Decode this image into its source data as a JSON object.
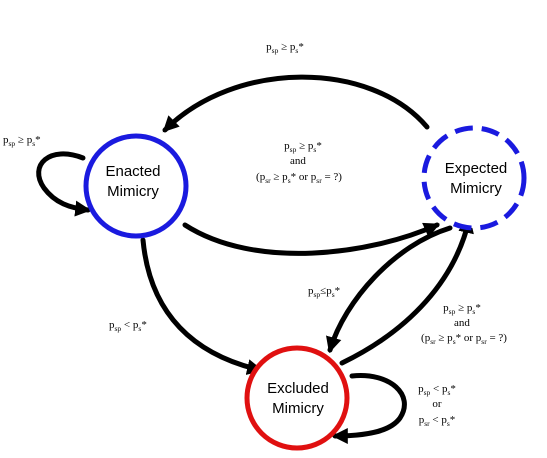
{
  "states": {
    "enacted": {
      "line1": "Enacted",
      "line2": "Mimicry",
      "color": "#1a1adf"
    },
    "expected": {
      "line1": "Expected",
      "line2": "Mimicry",
      "color": "#1a1adf"
    },
    "excluded": {
      "line1": "Excluded",
      "line2": "Mimicry",
      "color": "#e01010"
    }
  },
  "conditions": {
    "expected_to_enacted": {
      "a": "p",
      "a_sub": "sp",
      "op": " ≥ p",
      "b_sub": "s",
      "tail": "*"
    },
    "enacted_self": {
      "a": "p",
      "a_sub": "sp",
      "op": " ≥  p",
      "b_sub": "s",
      "tail": "*"
    },
    "enacted_to_expected": {
      "line1": {
        "a": "p",
        "a_sub": "sp",
        "op": " ≥ p",
        "b_sub": "s",
        "tail": "*"
      },
      "and": "and",
      "line3": {
        "pre": "(p",
        "a_sub": "sr",
        "mid": " ≥ p",
        "b_sub": "s",
        "mid2": "* or p",
        "c_sub": "sr",
        "tail": " = ?)"
      }
    },
    "enacted_to_excluded": {
      "a": "p",
      "a_sub": "sp",
      "op": " < p",
      "b_sub": "s",
      "tail": "*"
    },
    "expected_to_excluded": {
      "a": "p",
      "a_sub": "sp",
      "op": "≤p",
      "b_sub": "s",
      "tail": "*"
    },
    "excluded_to_expected": {
      "line1": {
        "a": "p",
        "a_sub": "sp",
        "op": " ≥ p",
        "b_sub": "s",
        "tail": "*"
      },
      "and": "and",
      "line3": {
        "pre": "(p",
        "a_sub": "sr",
        "mid": " ≥ p",
        "b_sub": "s",
        "mid2": "* or p",
        "c_sub": "sr",
        "tail": " = ?)"
      }
    },
    "excluded_self": {
      "line1": {
        "a": "p",
        "a_sub": "sp",
        "op": " < p",
        "b_sub": "s",
        "tail": "*"
      },
      "or": "or",
      "line3": {
        "a": "p",
        "a_sub": "sr",
        "op": " < p",
        "b_sub": "s",
        "tail": "*"
      }
    }
  }
}
